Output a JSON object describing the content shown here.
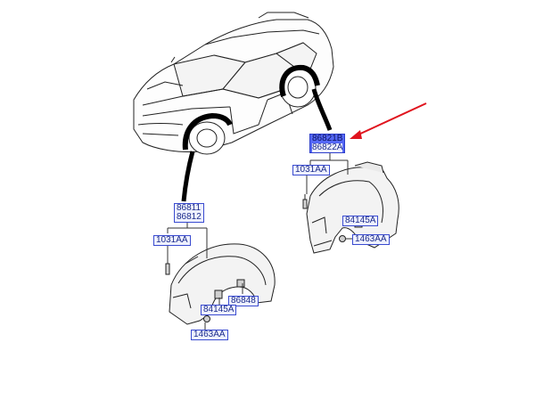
{
  "labels": {
    "rear_group_top": "86821B",
    "rear_group_bottom": "86822A",
    "rear_bolt": "1031AA",
    "rear_clip": "84145A",
    "rear_screw": "1463AA",
    "front_group_top": "86811",
    "front_group_bottom": "86812",
    "front_bolt": "1031AA",
    "front_bracket": "86848",
    "front_clip": "84145A",
    "front_screw": "1463AA"
  },
  "colors": {
    "label_border": "#3a4bd0",
    "label_fill": "#eef1ff",
    "highlight_fill": "#5568f5",
    "arrow": "#e0141e",
    "line_art": "#222222"
  },
  "icons": {
    "car": "suv-line-drawing",
    "front_liner": "front-wheel-guard-liner",
    "rear_liner": "rear-wheel-guard-liner",
    "pointer": "red-arrow"
  }
}
